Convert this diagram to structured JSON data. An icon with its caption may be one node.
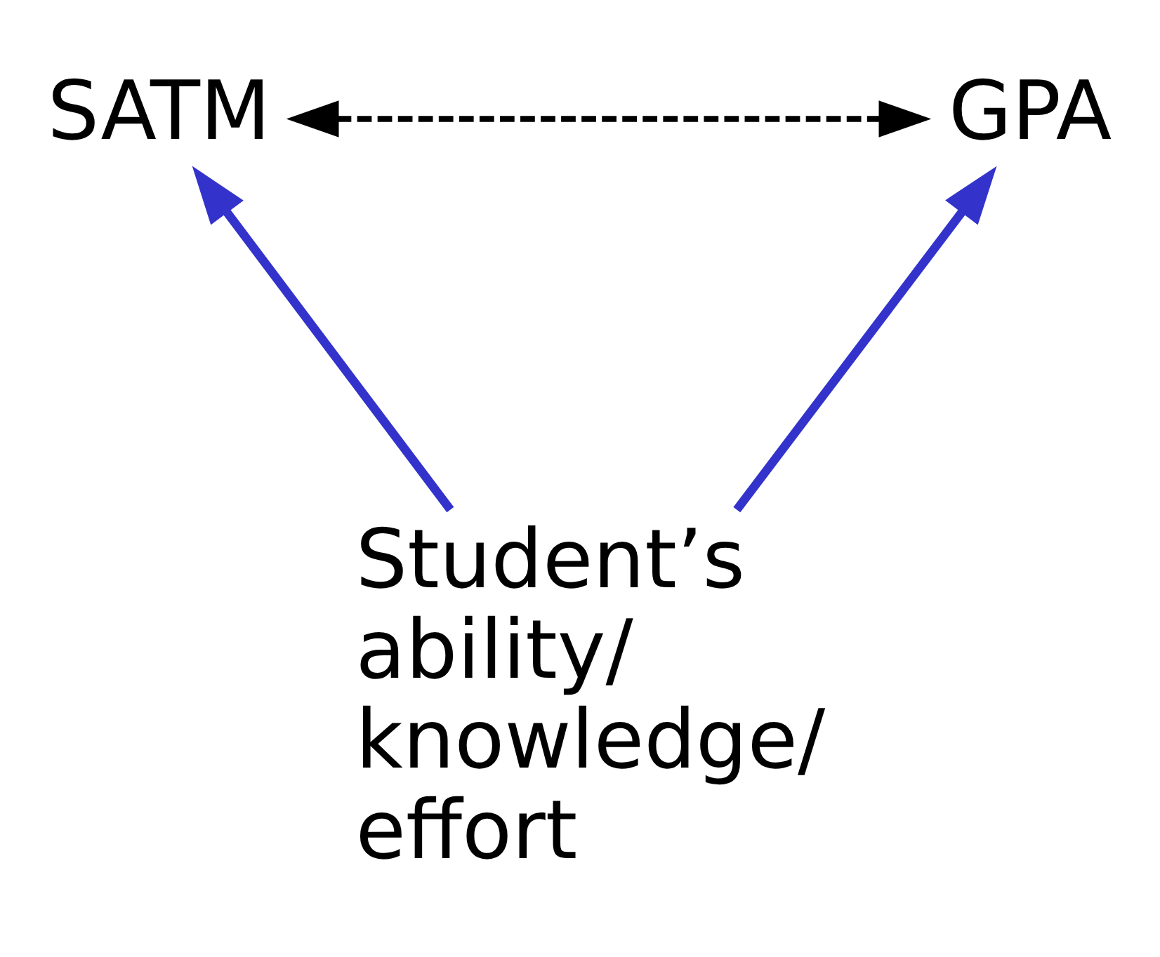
{
  "diagram": {
    "nodes": [
      {
        "text": [
          "SATM"
        ]
      },
      {
        "text": [
          "GPA"
        ]
      },
      {
        "text": [
          "Student’s ability/ knowledge/ effort"
        ]
      }
    ],
    "edges": [
      {
        "from": 0,
        "to": 1,
        "arrow": "both",
        "style": "dashed",
        "color": "#000000"
      },
      {
        "from": 2,
        "to": 0,
        "arrow": "to",
        "color": "#3333cc"
      },
      {
        "from": 2,
        "to": 1,
        "arrow": "to",
        "color": "#3333cc"
      }
    ]
  }
}
